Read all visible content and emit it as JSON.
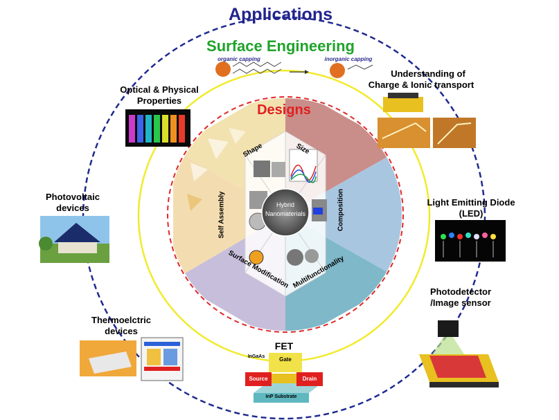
{
  "title": "Applications",
  "surface_engineering": {
    "title": "Surface Engineering",
    "organic_label": "organic capping",
    "inorganic_label": "inorganic capping"
  },
  "designs": {
    "title": "Designs",
    "center_label_1": "Hybrid",
    "center_label_2": "Nanomaterials",
    "sectors": [
      "Shape",
      "Size",
      "Composition",
      "Multifunctionality",
      "Surface Modification",
      "Self Assembly"
    ]
  },
  "applications": {
    "optical": [
      "Optical & Physical",
      "Properties"
    ],
    "charge": [
      "Understanding of",
      "Charge & Ionic transport"
    ],
    "photovoltaic": [
      "Photovoltaic",
      "devices"
    ],
    "led": [
      "Light Emitting Diode",
      "(LED)"
    ],
    "photodetector": [
      "Photodetector",
      "/Image sensor"
    ],
    "thermo": [
      "Thermoelctric",
      "devices"
    ],
    "fet": {
      "title": "FET",
      "gate": "Gate",
      "source": "Source",
      "drain": "Drain",
      "channel": "InGaAs",
      "substrate": "InP Substrate"
    }
  },
  "colors": {
    "title_blue": "#23238e",
    "surface_green": "#1fa32a",
    "designs_red": "#e02020",
    "outer_ring": "#1e2a8f",
    "middle_ring": "#f2ea2a",
    "inner_ring": "#e02828"
  }
}
